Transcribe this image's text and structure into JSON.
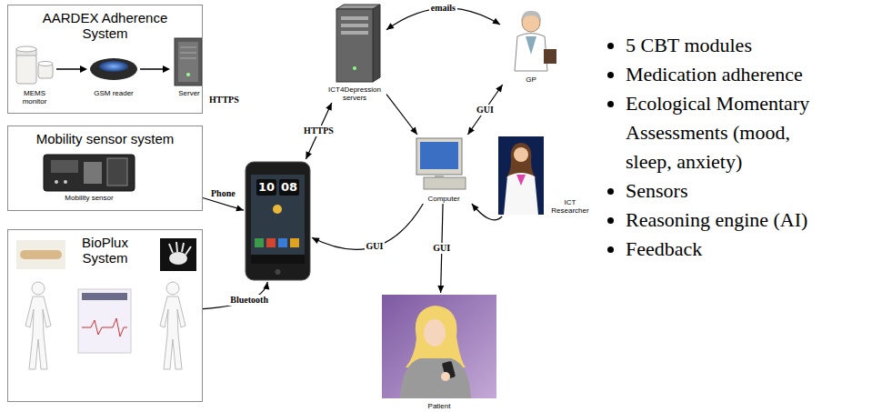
{
  "diagram": {
    "nodes": [
      {
        "text": [
          "AARDEX Adherence System"
        ]
      },
      {
        "text": [
          "ICT4Depression servers"
        ]
      },
      {
        "text": [
          "GP"
        ]
      },
      {
        "text": [
          "Mobility sensor system"
        ]
      },
      {
        "text": [
          "10",
          "08"
        ]
      },
      {
        "text": [
          "Computer"
        ]
      },
      {
        "text": [
          "ICT Researcher"
        ]
      },
      {
        "text": [
          "BioPlux System"
        ]
      },
      {
        "text": [
          "Patient"
        ]
      }
    ],
    "edges": [
      {
        "from": 3,
        "to": 4,
        "label": "Phone",
        "arrow": "to"
      },
      {
        "from": 7,
        "to": 4,
        "label": "Bluetooth",
        "arrow": "to"
      },
      {
        "from": 4,
        "to": 1,
        "label": "HTTPS",
        "arrow": "both"
      },
      {
        "from": 1,
        "to": 5,
        "arrow": "to"
      },
      {
        "from": 1,
        "to": 2,
        "label": "emails",
        "arrow": "both"
      },
      {
        "from": 5,
        "to": 2,
        "label": "GUI",
        "arrow": "both"
      },
      {
        "from": 5,
        "to": 4,
        "label": "GUI",
        "arrow": "to"
      },
      {
        "from": 5,
        "to": 8,
        "label": "GUI",
        "arrow": "to"
      },
      {
        "from": 6,
        "to": 5,
        "arrow": "to"
      }
    ],
    "labels": [
      "HTTPS",
      "MEMS monitor",
      "GSM reader",
      "Server",
      "Mobility sensor",
      "5 CBT modules",
      "Medication adherence",
      "Ecological Momentary Assessments (mood, sleep, anxiety)",
      "Sensors",
      "Reasoning engine (AI)",
      "Feedback"
    ]
  }
}
